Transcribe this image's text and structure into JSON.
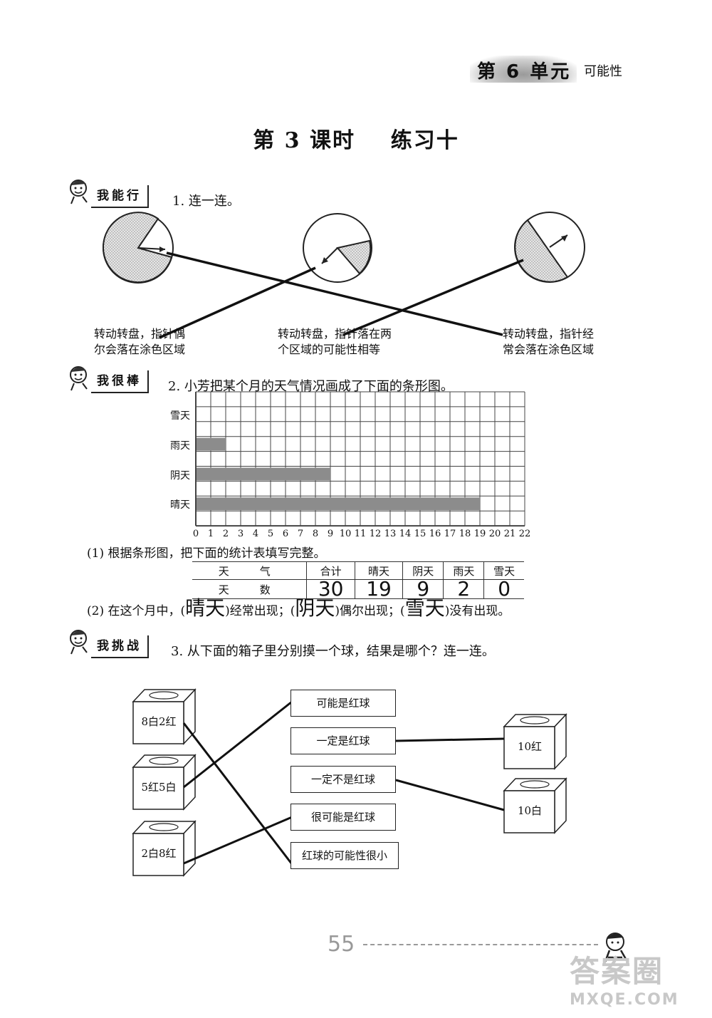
{
  "unit": {
    "title": "第 6 单元",
    "subtitle": "可能性"
  },
  "lesson_title": "第 3 课时    练习十",
  "sections": [
    {
      "label": "我能行",
      "question": "1. 连一连。"
    },
    {
      "label": "我很棒",
      "question": "2. 小芳把某个月的天气情况画成了下面的条形图。"
    },
    {
      "label": "我挑战",
      "question": "3. 从下面的箱子里分别摸一个球，结果是哪个？连一连。"
    }
  ],
  "spinner_descriptions": [
    "转动转盘，指针偶\n尔会落在涂色区域",
    "转动转盘，指针落在两\n个区域的可能性相等",
    "转动转盘，指针经\n常会落在涂色区域"
  ],
  "chart_data": {
    "type": "bar",
    "orientation": "horizontal",
    "categories": [
      "雪天",
      "雨天",
      "阴天",
      "晴天"
    ],
    "values": [
      0,
      2,
      9,
      19
    ],
    "xlim": [
      0,
      22
    ],
    "xticks": [
      "0",
      "1",
      "2",
      "3",
      "4",
      "5",
      "6",
      "7",
      "8",
      "9",
      "10",
      "11",
      "12",
      "13",
      "14",
      "15",
      "16",
      "17",
      "18",
      "19",
      "20",
      "21",
      "22"
    ],
    "grid": true,
    "bar_color": "#8c8c8c"
  },
  "q2": {
    "part1": "(1) 根据条形图，把下面的统计表填写完整。",
    "table_headers": [
      "天　气",
      "合计",
      "晴天",
      "阴天",
      "雨天",
      "雪天"
    ],
    "table_row_label": "天　数",
    "table_values": [
      "30",
      "19",
      "9",
      "2",
      "0"
    ],
    "part2_a": "(2) 在这个月中，(",
    "answer1": "晴天",
    "part2_b": ")经常出现；(",
    "answer2": "阴天",
    "part2_c": ")偶尔出现；(",
    "answer3": "雪天",
    "part2_d": ")没有出现。"
  },
  "boxes_left": [
    "8白2红",
    "5红5白",
    "2白8红"
  ],
  "outcomes": [
    "可能是红球",
    "一定是红球",
    "一定不是红球",
    "很可能是红球",
    "红球的可能性很小"
  ],
  "boxes_right": [
    "10红",
    "10白"
  ],
  "page_number": "55",
  "watermark": {
    "line1": "答案圈",
    "line2": "MXQE.COM"
  }
}
